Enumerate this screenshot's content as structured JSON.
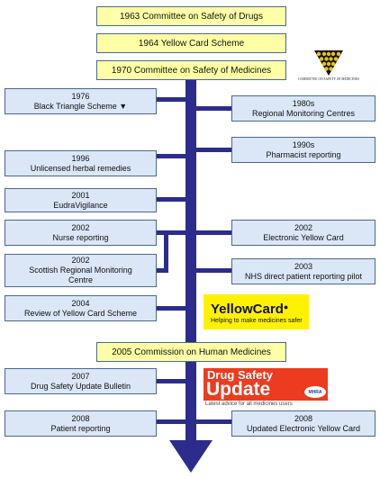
{
  "timeline": {
    "top_events": [
      "1963 Committee on Safety of Drugs",
      "1964 Yellow Card Scheme",
      "1970 Committee on Safety of Medicines"
    ],
    "middle_event": "2005 Commission on Human Medicines",
    "left_events": [
      {
        "year": "1976",
        "label": "Black Triangle Scheme ▼"
      },
      {
        "year": "1996",
        "label": "Unlicensed herbal remedies"
      },
      {
        "year": "2001",
        "label": "EudraVigilance"
      },
      {
        "year": "2002",
        "label": "Nurse reporting"
      },
      {
        "year": "2002",
        "label": "Scottish Regional Monitoring Centre"
      },
      {
        "year": "2004",
        "label": "Review of Yellow Card Scheme"
      },
      {
        "year": "2007",
        "label": "Drug Safety Update Bulletin"
      },
      {
        "year": "2008",
        "label": "Patient reporting"
      }
    ],
    "right_events": [
      {
        "year": "1980s",
        "label": "Regional Monitoring Centres"
      },
      {
        "year": "1990s",
        "label": "Pharmacist reporting"
      },
      {
        "year": "2002",
        "label": "Electronic Yellow Card"
      },
      {
        "year": "2003",
        "label": "NHS direct patient reporting pilot"
      },
      {
        "year": "2008",
        "label": "Updated Electronic Yellow Card"
      }
    ]
  },
  "logos": {
    "csm": {
      "text": "COMMITTEE ON SAFETY OF MEDICINES",
      "icon": "black-triangle-icon"
    },
    "yellow_card": {
      "title": "YellowCard",
      "tagline": "Helping to make medicines safer"
    },
    "drug_safety_update": {
      "title_line1": "Drug Safety",
      "title_line2": "Update",
      "badge": "MHRA",
      "tagline": "Latest advice for all medicines users"
    }
  },
  "colors": {
    "spine": "#2c2c8c",
    "event_box": "#dbe6f7",
    "milestone_box": "#ffffa6",
    "yellow_card": "#fff200",
    "drug_safety_update": "#ec3b1e"
  }
}
